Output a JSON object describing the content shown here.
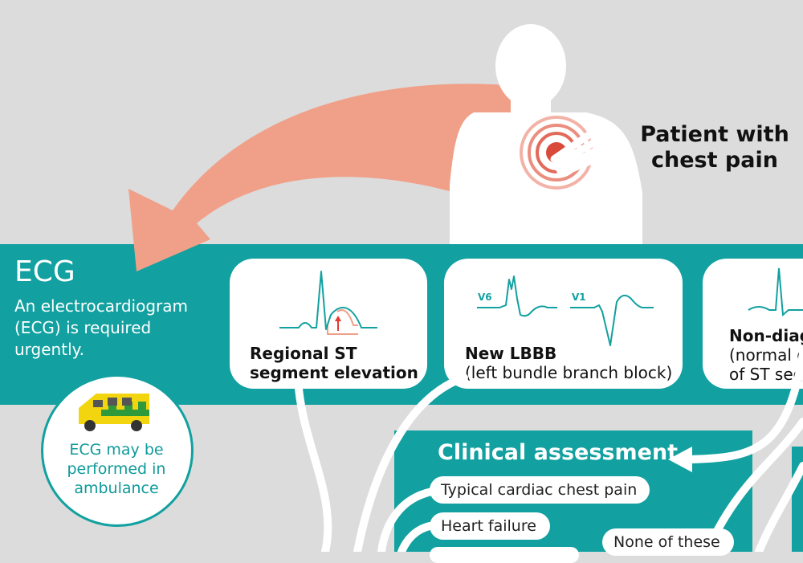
{
  "patient": {
    "label_line1": "Patient with",
    "label_line2": "chest pain"
  },
  "ecg": {
    "title": "ECG",
    "description": "An electrocardiogram (ECG) is required urgently."
  },
  "ambulance": {
    "line1": "ECG may be",
    "line2": "performed in",
    "line3": "ambulance"
  },
  "cards": [
    {
      "title_line1": "Regional ST",
      "title_line2": "segment elevation"
    },
    {
      "title": "New LBBB",
      "subtitle": "(left bundle branch block)",
      "lead_a": "V6",
      "lead_b": "V1"
    },
    {
      "title": "Non-diag",
      "subtitle_line1": "(normal o",
      "subtitle_line2": "of ST segr"
    }
  ],
  "clinical": {
    "title": "Clinical assessment",
    "items": [
      "Typical cardiac chest pain",
      "Heart failure"
    ],
    "none_label": "None of these"
  },
  "colors": {
    "teal": "#12a0a0",
    "salmon": "#f0a088",
    "background": "#dcdcdc"
  }
}
